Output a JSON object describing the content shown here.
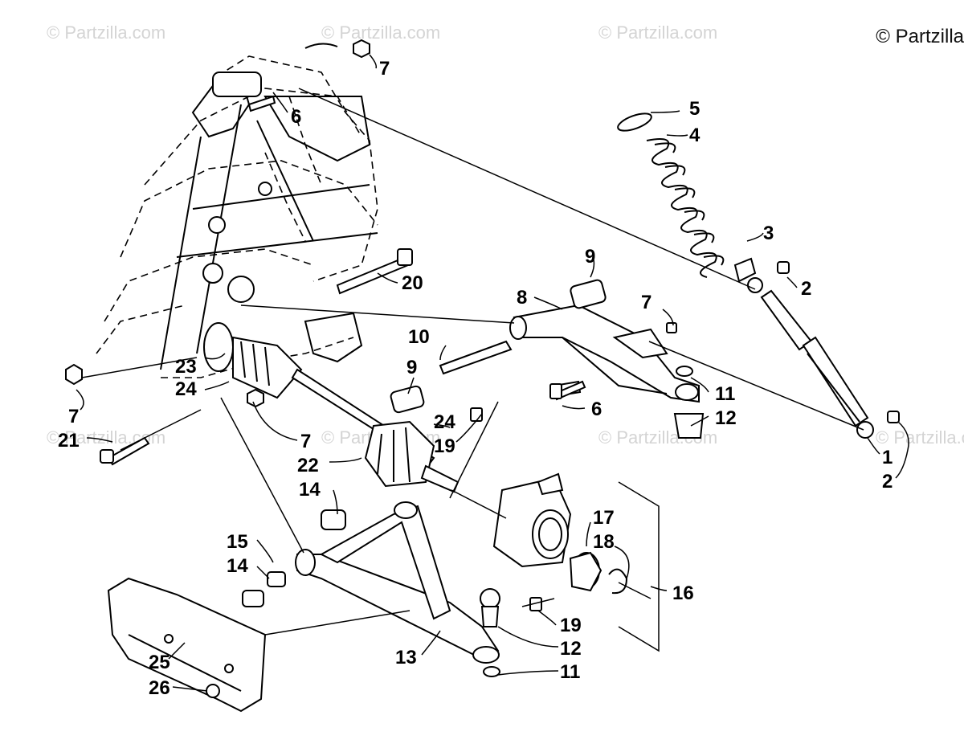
{
  "watermark": {
    "text": "© Partzilla.com",
    "copyright": "© Partzilla"
  },
  "callouts": {
    "c7a": "7",
    "c6a": "6",
    "c5": "5",
    "c4": "4",
    "c3": "3",
    "c2a": "2",
    "c9a": "9",
    "c20": "20",
    "c8": "8",
    "c7b": "7",
    "c10": "10",
    "c9b": "9",
    "c11a": "11",
    "c6b": "6",
    "c12a": "12",
    "c23": "23",
    "c24a": "24",
    "c7c": "7",
    "c21": "21",
    "c7d": "7",
    "c24b": "24",
    "c19a": "19",
    "c22": "22",
    "c1": "1",
    "c2b": "2",
    "c14a": "14",
    "c17": "17",
    "c18": "18",
    "c15": "15",
    "c14b": "14",
    "c16": "16",
    "c19b": "19",
    "c12b": "12",
    "c13": "13",
    "c25": "25",
    "c11b": "11",
    "c26": "26"
  }
}
